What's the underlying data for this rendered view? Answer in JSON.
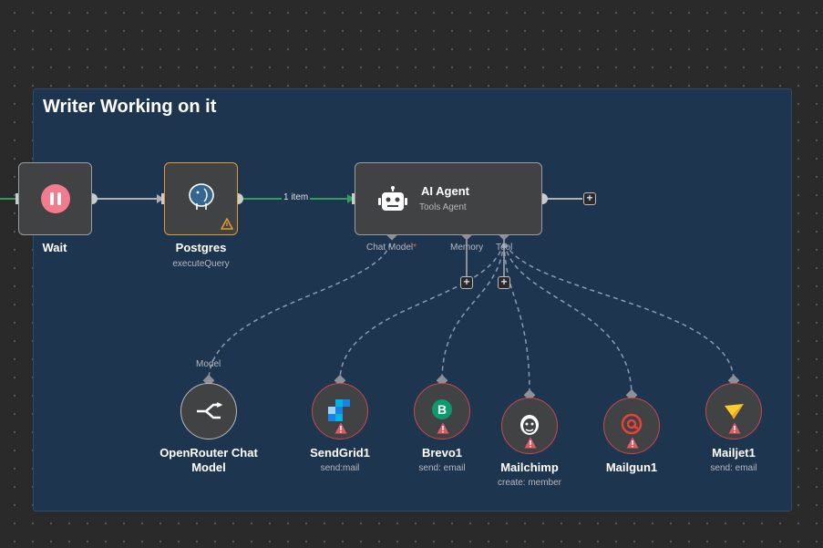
{
  "group": {
    "title": "Writer Working on it"
  },
  "edge": {
    "count_label": "1 item"
  },
  "nodes": {
    "wait": {
      "label": "Wait",
      "icon": "pause-icon",
      "color": "#f47a8d"
    },
    "postgres": {
      "label": "Postgres",
      "sub": "executeQuery",
      "icon": "postgres-elephant-icon",
      "warning": true
    },
    "agent": {
      "label": "AI Agent",
      "sub": "Tools Agent",
      "icon": "robot-icon"
    },
    "openrouter": {
      "label": "OpenRouter Chat",
      "label2": "Model",
      "icon": "openrouter-icon"
    },
    "sendgrid": {
      "label": "SendGrid1",
      "sub": "send:mail",
      "icon": "sendgrid-icon",
      "warning": true
    },
    "brevo": {
      "label": "Brevo1",
      "sub": "send: email",
      "icon": "brevo-icon",
      "warning": true
    },
    "mailchimp": {
      "label": "Mailchimp",
      "sub": "create: member",
      "icon": "mailchimp-icon",
      "warning": true
    },
    "mailgun": {
      "label": "Mailgun1",
      "icon": "mailgun-icon",
      "warning": true
    },
    "mailjet": {
      "label": "Mailjet1",
      "sub": "send: email",
      "icon": "mailjet-icon",
      "warning": true
    }
  },
  "handles": {
    "chat_model": "Chat Model",
    "chat_model_required": "*",
    "memory": "Memory",
    "tool": "Tool",
    "model": "Model"
  },
  "colors": {
    "canvas": "#2a2a2a",
    "group_bg": "#1e3550",
    "edge_success": "#2e9e5b",
    "warning_red": "#c9484e",
    "warning_orange": "#e09b2e"
  }
}
